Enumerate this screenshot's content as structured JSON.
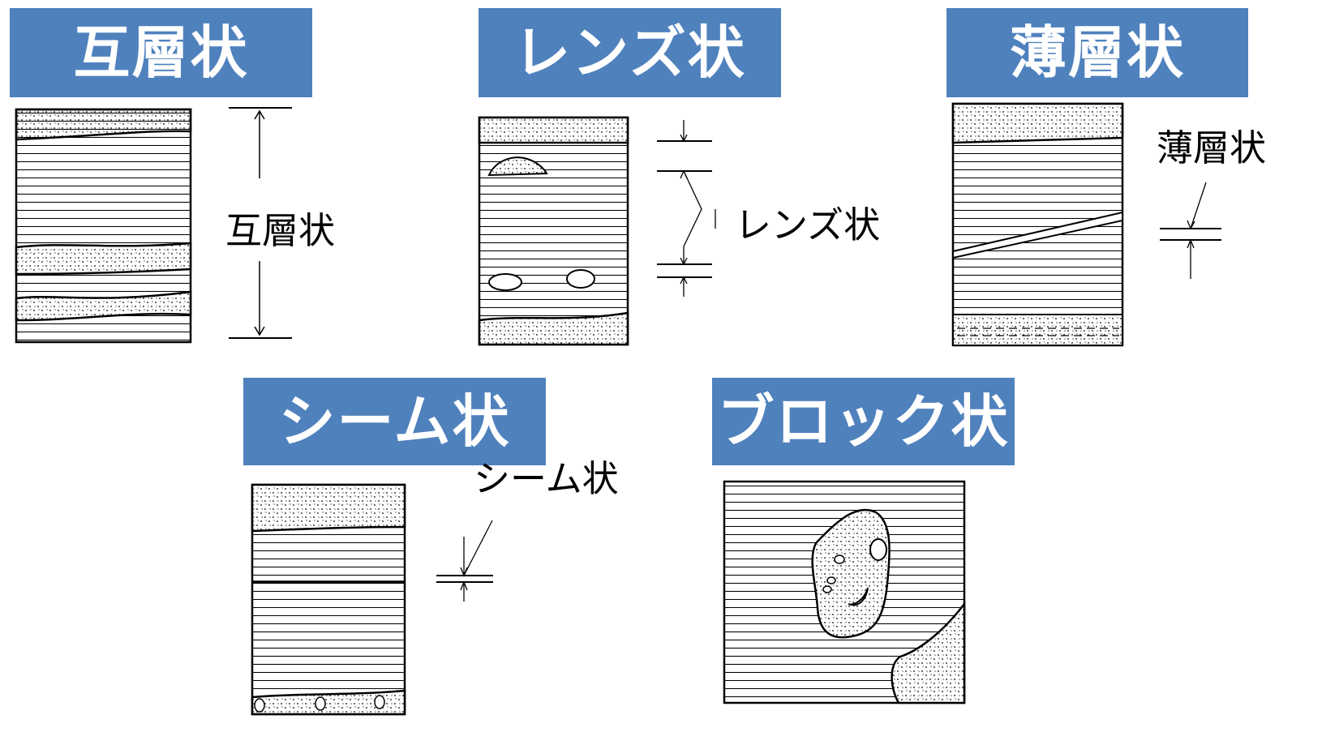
{
  "colors": {
    "banner_bg": "#4f81bd",
    "banner_text": "#ffffff",
    "line": "#000000",
    "sand_fill": "#ffffff"
  },
  "structures": [
    {
      "key": "interbedded",
      "title": "互層状",
      "annotation": "互層状"
    },
    {
      "key": "lens",
      "title": "レンズ状",
      "annotation": "レンズ状"
    },
    {
      "key": "thin",
      "title": "薄層状",
      "annotation": "薄層状"
    },
    {
      "key": "seam",
      "title": "シーム状",
      "annotation": "シーム状"
    },
    {
      "key": "block",
      "title": "ブロック状",
      "annotation": ""
    }
  ]
}
